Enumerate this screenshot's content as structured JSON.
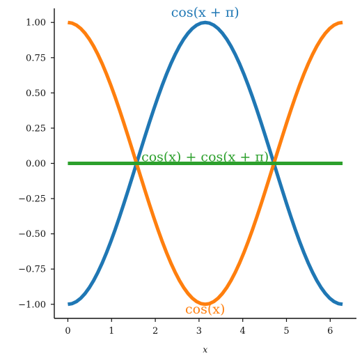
{
  "chart_data": {
    "type": "line",
    "xlabel": "x",
    "ylabel": "",
    "xlim": [
      -0.31,
      6.6
    ],
    "ylim": [
      -1.1,
      1.1
    ],
    "xticks": [
      "0",
      "1",
      "2",
      "3",
      "4",
      "5",
      "6"
    ],
    "yticks": [
      "−1.00",
      "−0.75",
      "−0.50",
      "−0.25",
      "0.00",
      "0.25",
      "0.50",
      "0.75",
      "1.00"
    ],
    "grid": false,
    "legend": "none",
    "series": [
      {
        "name": "cos(x + π)",
        "color": "#1f77b4",
        "function": "cos(x+pi)",
        "x_range": [
          0,
          6.283
        ],
        "label_anchor": {
          "x": 3.14,
          "y": 1.0
        }
      },
      {
        "name": "cos(x)",
        "color": "#ff7f0e",
        "function": "cos(x)",
        "x_range": [
          0,
          6.283
        ],
        "label_anchor": {
          "x": 3.14,
          "y": -1.0
        }
      },
      {
        "name": "cos(x) + cos(x + π)",
        "color": "#2ca02c",
        "function": "0",
        "x_range": [
          0,
          6.283
        ],
        "label_anchor": {
          "x": 3.14,
          "y": 0.0
        }
      }
    ]
  }
}
